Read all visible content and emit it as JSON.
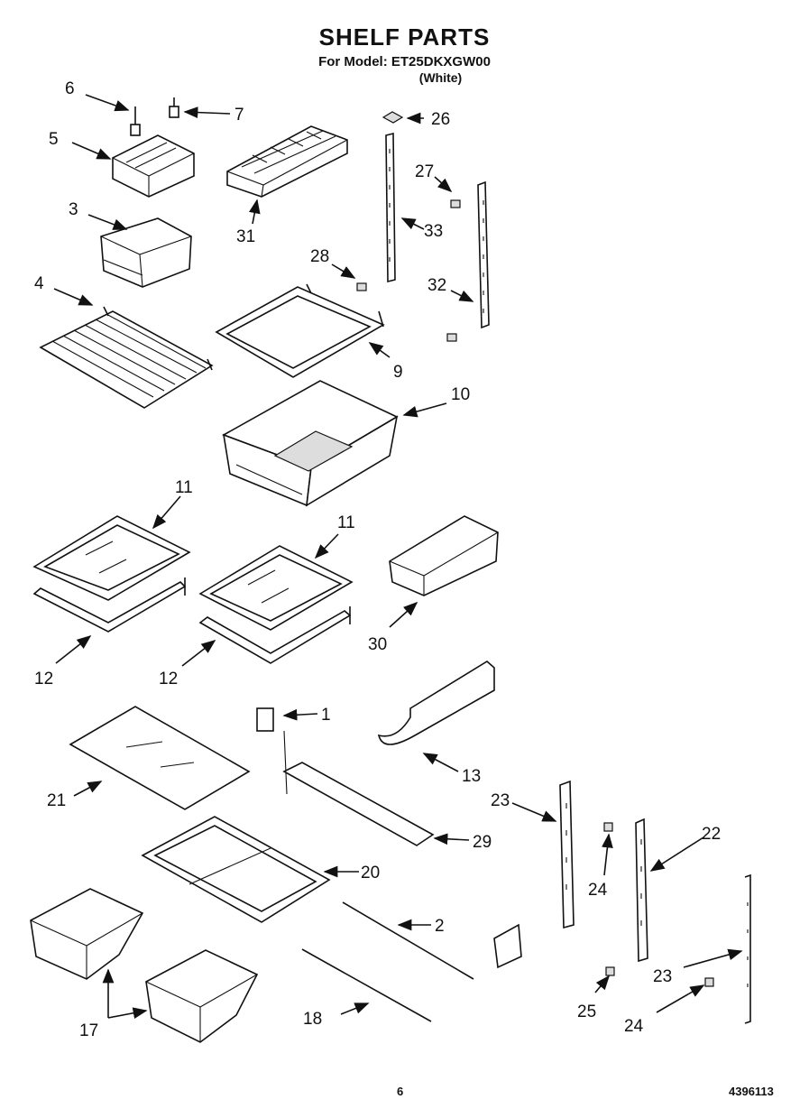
{
  "header": {
    "title": "SHELF PARTS",
    "model_line": "For Model: ET25DKXGW00",
    "color_line": "(White)"
  },
  "callouts": [
    "1",
    "2",
    "3",
    "4",
    "5",
    "6",
    "7",
    "9",
    "10",
    "11",
    "11",
    "12",
    "12",
    "13",
    "17",
    "18",
    "20",
    "21",
    "22",
    "23",
    "23",
    "24",
    "24",
    "25",
    "26",
    "27",
    "28",
    "29",
    "30",
    "31",
    "32",
    "33"
  ],
  "footer": {
    "page_number": "6",
    "part_number": "4396113"
  }
}
